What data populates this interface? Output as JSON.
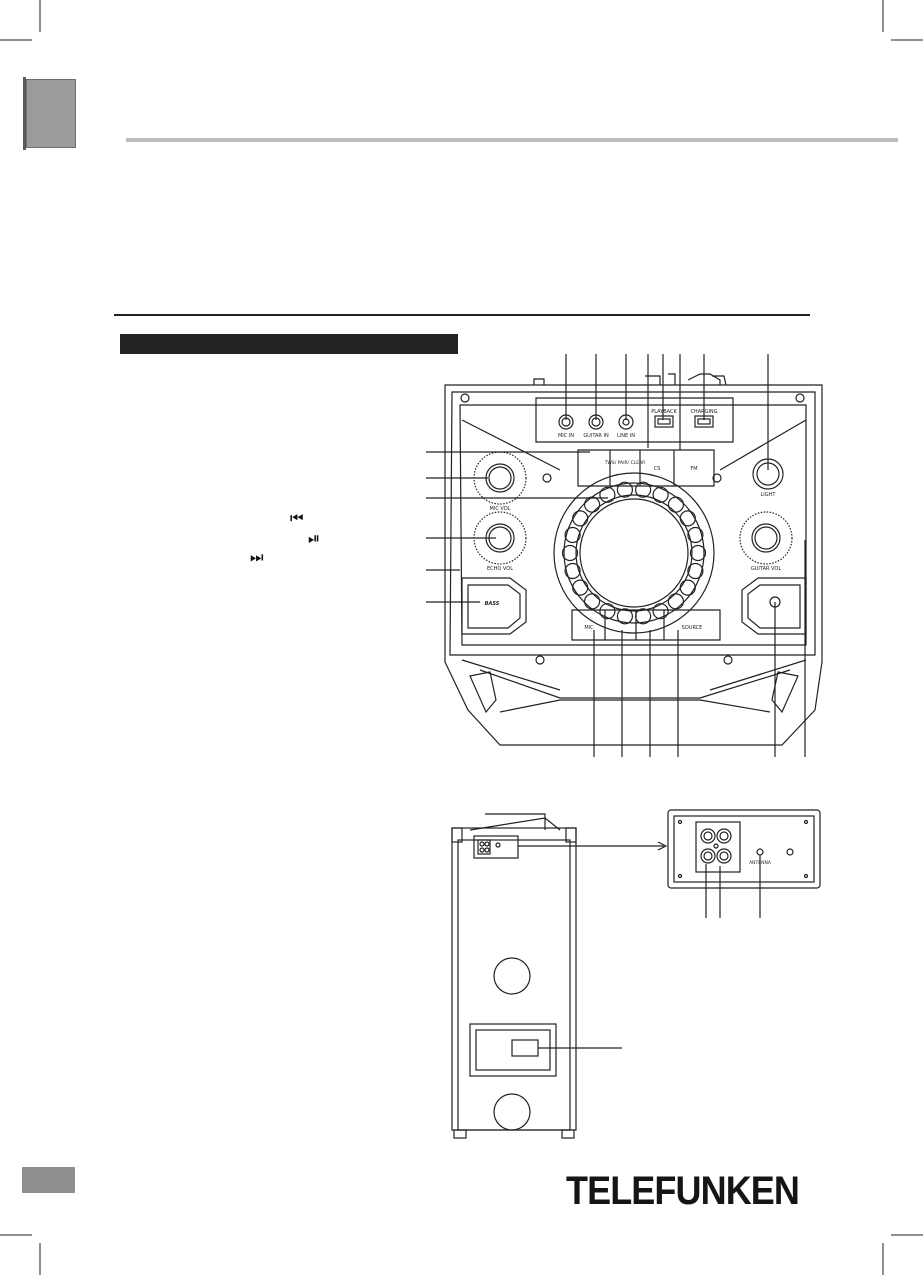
{
  "brand": {
    "logo_text": "TELEFUNKEN"
  },
  "icons": {
    "prev": "⏮",
    "play_pause": "⏯",
    "next": "⏭"
  },
  "front_panel": {
    "input_labels": [
      "MIC IN",
      "GUITAR IN",
      "LINE IN"
    ],
    "usb_port_labels": [
      "PLAYBACK",
      "CHARGING"
    ],
    "top_buttons": [
      "",
      "TWS/ PAIR/ CLEAR",
      "CS",
      "FM"
    ],
    "bottom_buttons": [
      "MIC",
      "",
      "",
      "SOURCE"
    ],
    "knob_labels": {
      "mic_vol": "MIC VOL",
      "echo_vol": "ECHO VOL",
      "guitar_vol": "GUITAR VOL",
      "light": "LIGHT"
    },
    "bass_label": "BASS"
  },
  "rear_panel": {
    "antenna_label": "ANTENNA"
  }
}
